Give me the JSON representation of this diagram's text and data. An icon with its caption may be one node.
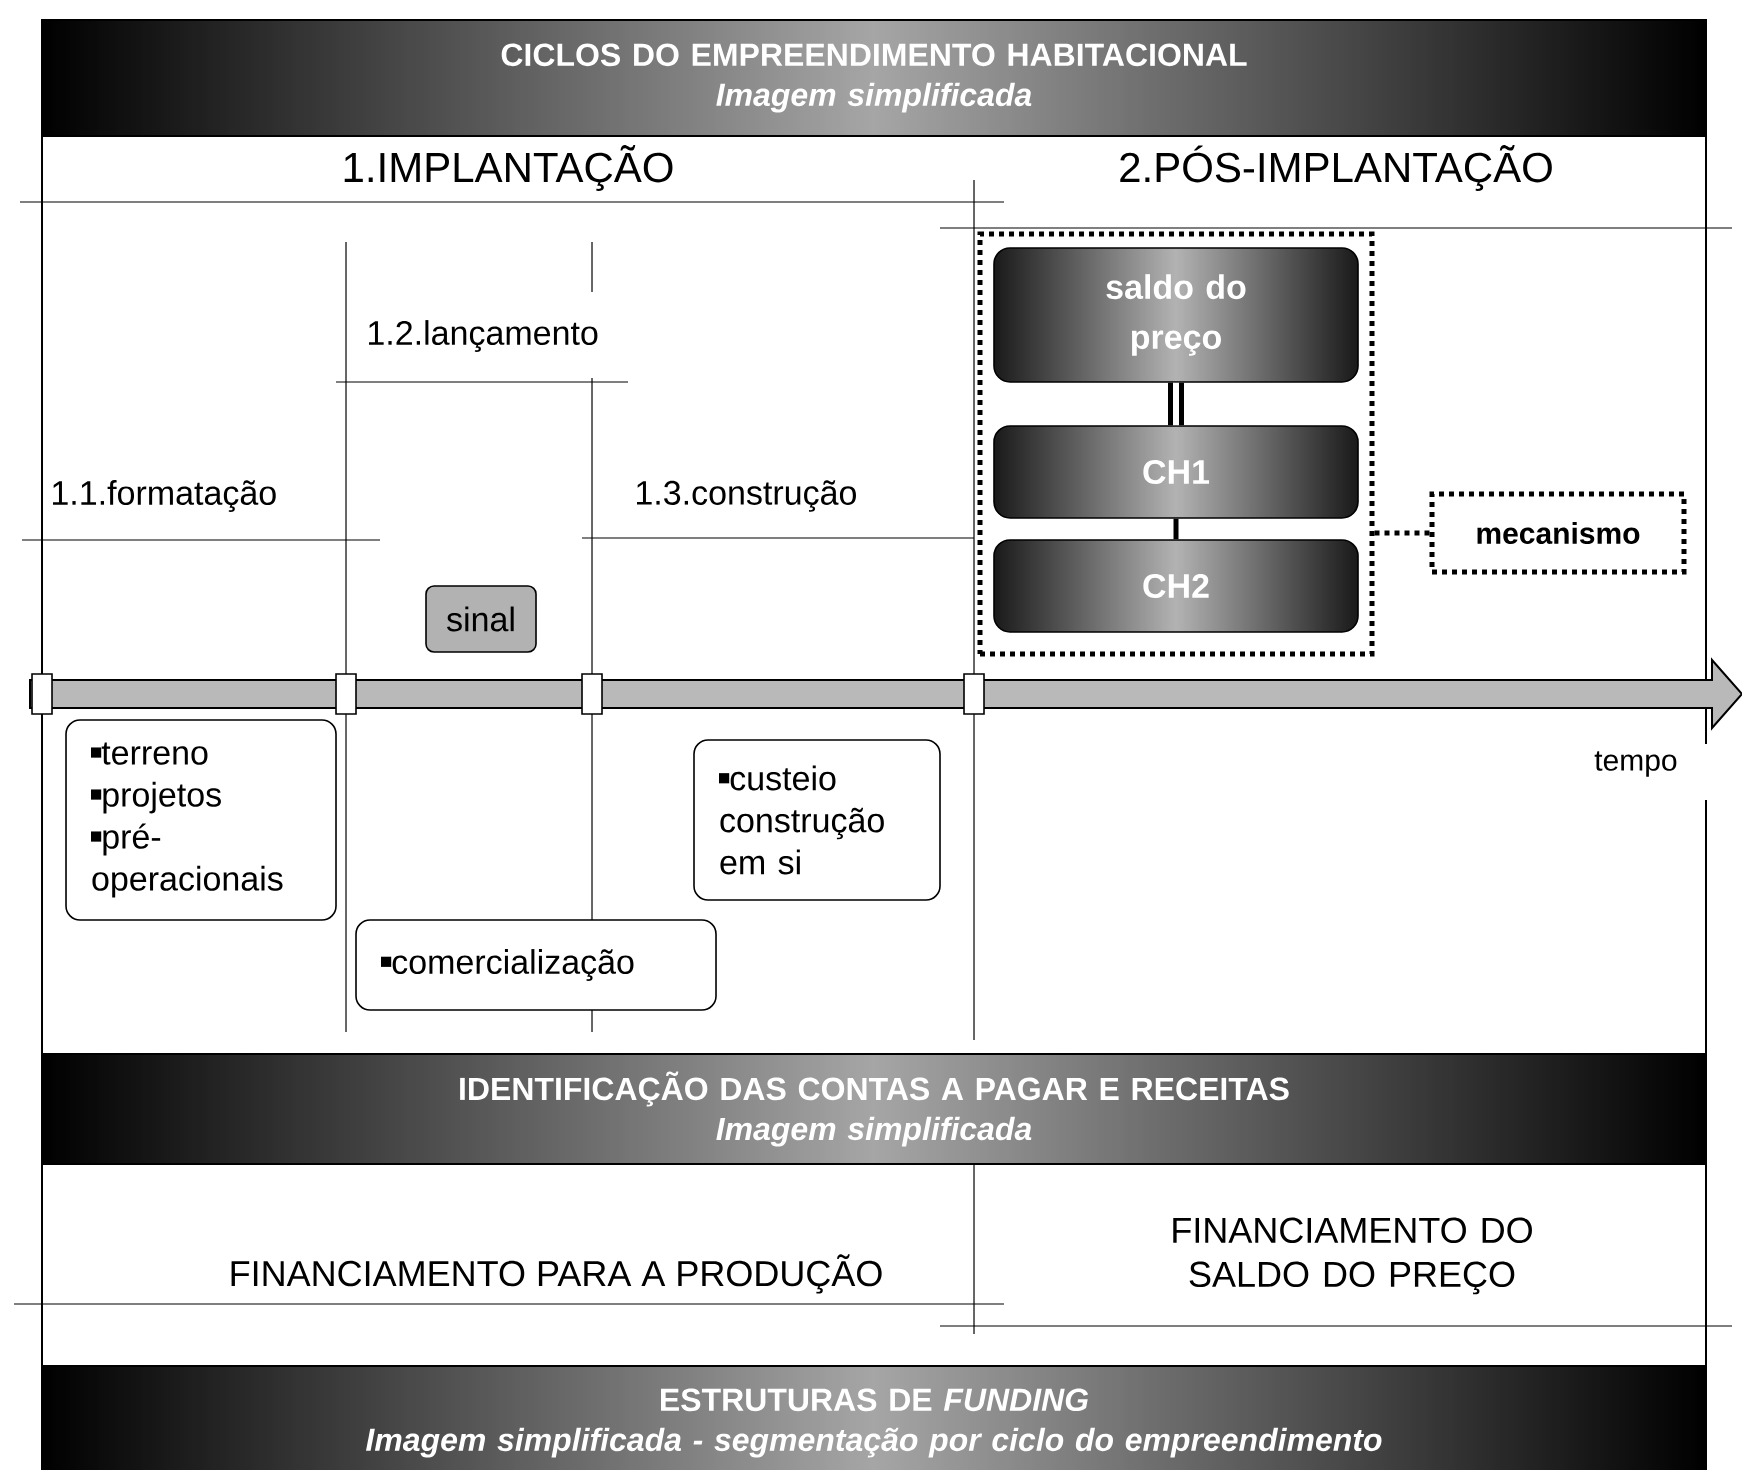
{
  "diagram": {
    "nodes": [
      {
        "text": [
          "CICLOS DO EMPREENDIMENTO HABITACIONAL",
          "Imagem simplificada"
        ]
      },
      {
        "text": [],
        "shape": "box"
      },
      {
        "text": [
          "saldo do preço"
        ],
        "in": 1
      },
      {
        "text": [
          "CH1"
        ],
        "in": 1
      },
      {
        "text": [
          "CH2"
        ],
        "in": 1
      },
      {
        "text": [
          "mecanismo"
        ]
      },
      {
        "text": [
          "sinal"
        ]
      },
      {
        "text": [
          "terreno",
          "projetos",
          "pré-operacionais"
        ]
      },
      {
        "text": [
          "comercialização"
        ]
      },
      {
        "text": [
          "custeio construção em si"
        ]
      },
      {
        "text": [
          "IDENTIFICAÇÃO DAS CONTAS A PAGAR E RECEITAS",
          "Imagem simplificada"
        ]
      },
      {
        "text": [
          "ESTRUTURAS DE *FUNDING*",
          "Imagem simplificada - segmentação por ciclo do empreendimento"
        ]
      }
    ],
    "edges": [
      {
        "from": 2,
        "to": 3,
        "arrow": "none",
        "style": "thick"
      },
      {
        "from": 3,
        "to": 4,
        "arrow": "none"
      },
      {
        "from": 5,
        "to": 1,
        "arrow": "none",
        "style": "dashed"
      }
    ],
    "labels": [
      "1.IMPLANTAÇÃO",
      "2.PÓS-IMPLANTAÇÃO",
      "1.2.lançamento",
      "1.1.formatação",
      "1.3.construção",
      "tempo",
      "FINANCIAMENTO PARA A PRODUÇÃO",
      "FINANCIAMENTO DO SALDO DO PREÇO"
    ]
  }
}
